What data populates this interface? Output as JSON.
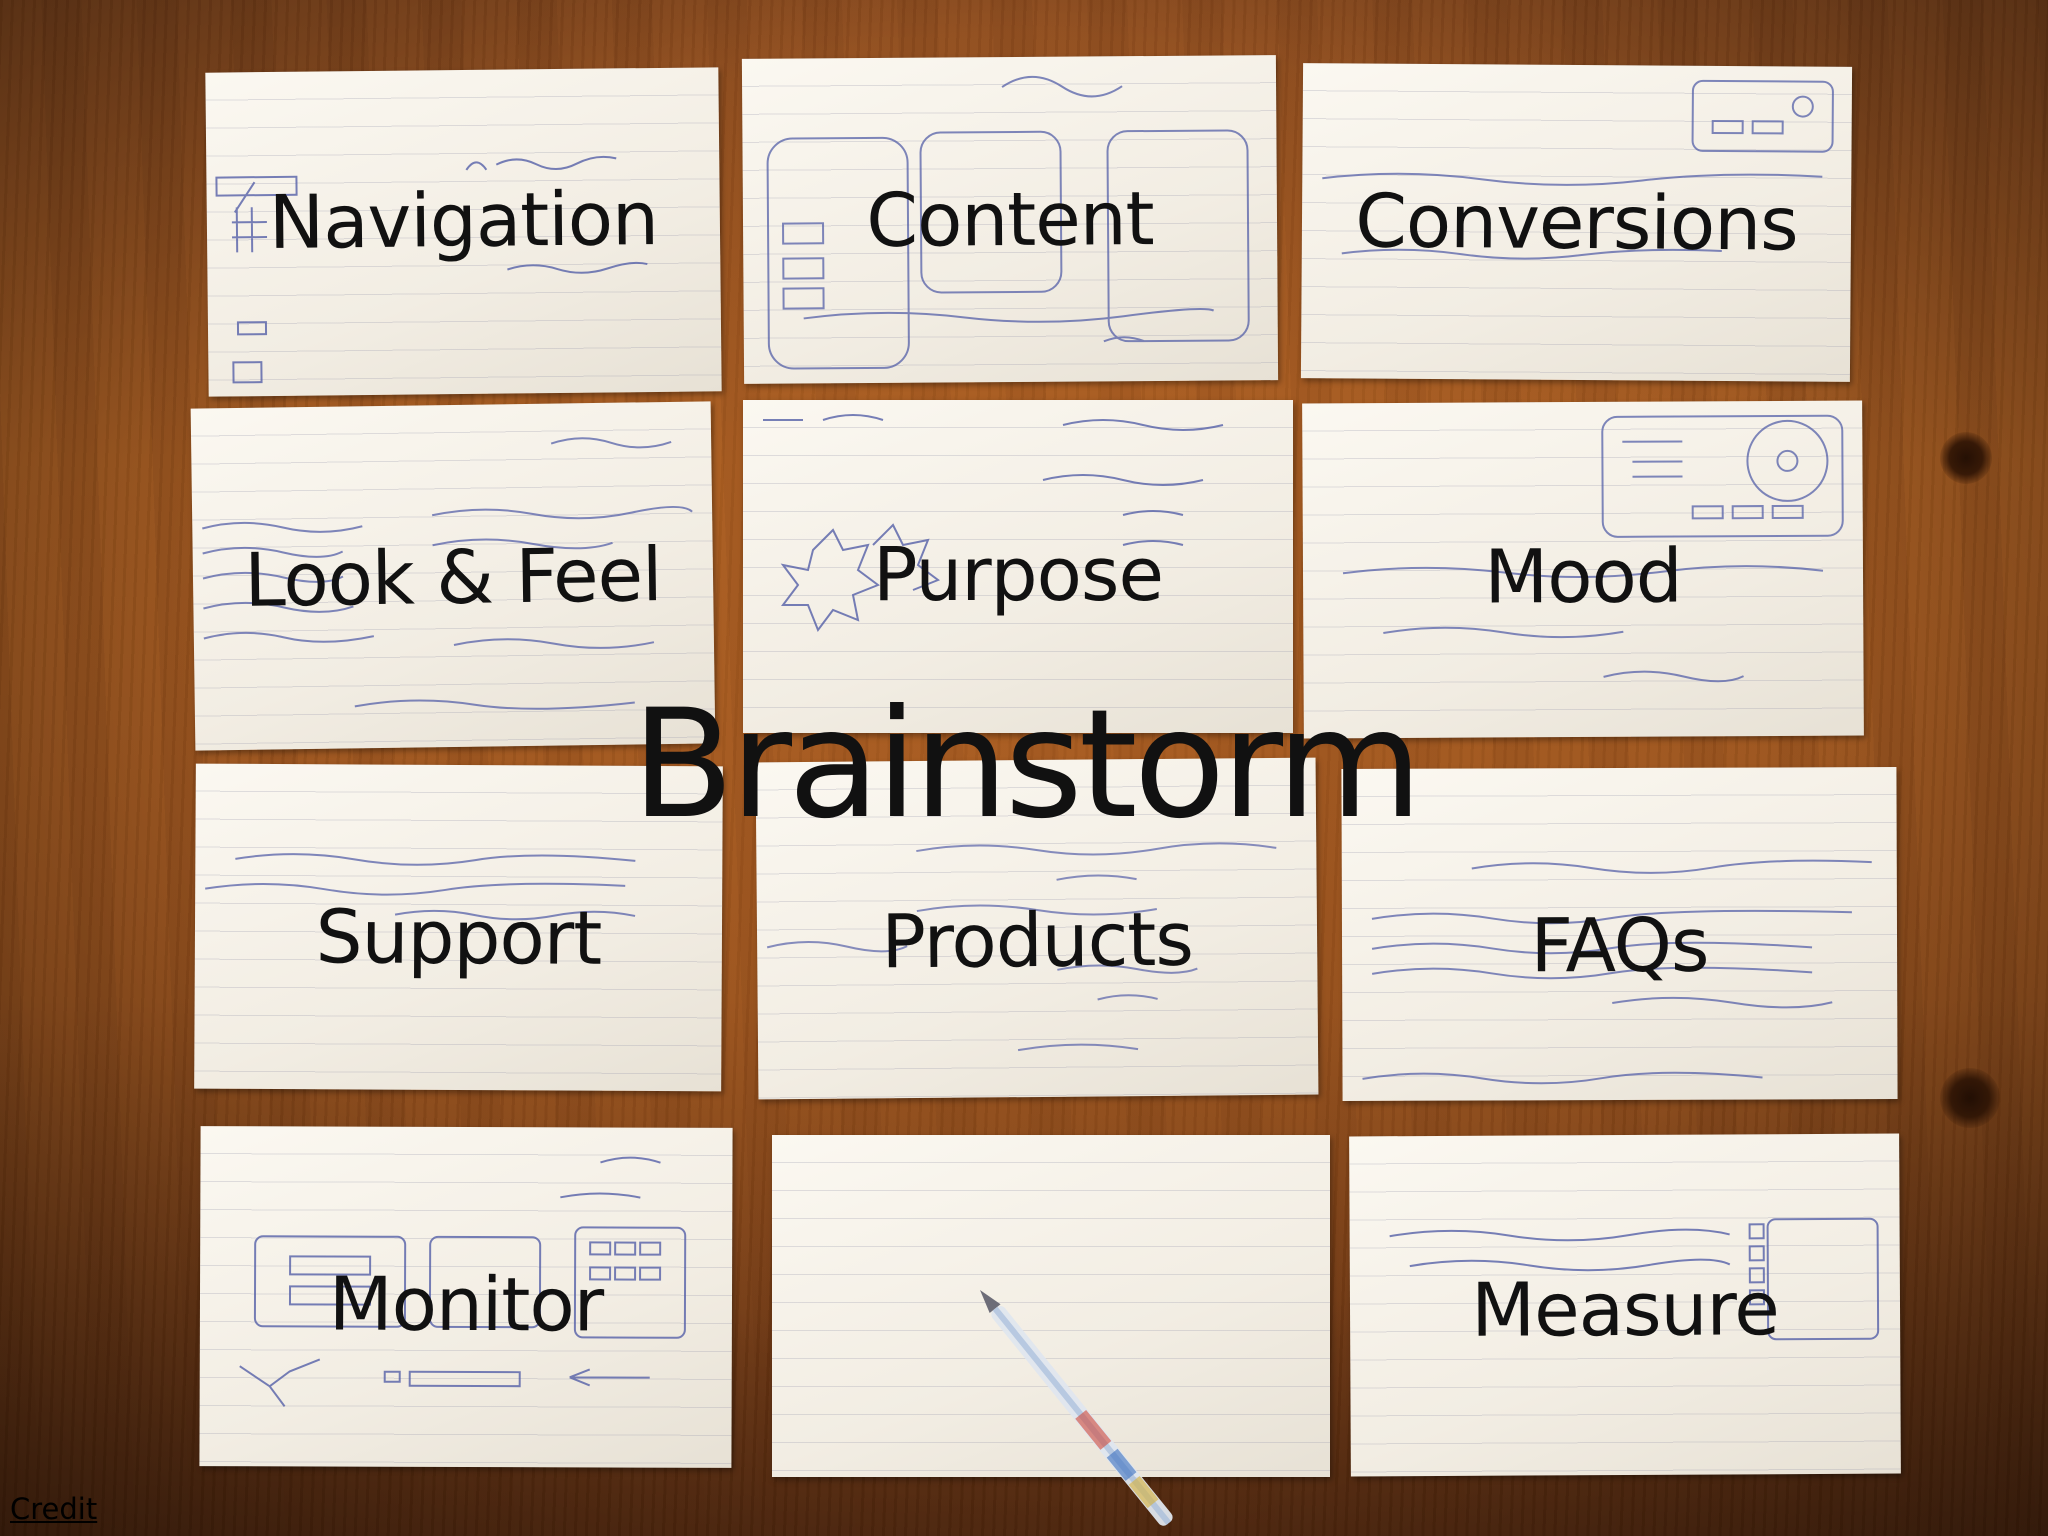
{
  "title": "Brainstorm",
  "credit": "Credit",
  "cards": [
    {
      "label": "Navigation"
    },
    {
      "label": "Content"
    },
    {
      "label": "Conversions"
    },
    {
      "label": "Look & Feel"
    },
    {
      "label": "Purpose"
    },
    {
      "label": "Mood"
    },
    {
      "label": "Support"
    },
    {
      "label": "Products"
    },
    {
      "label": "FAQs"
    },
    {
      "label": "Monitor"
    },
    {
      "label": ""
    },
    {
      "label": "Measure"
    }
  ]
}
